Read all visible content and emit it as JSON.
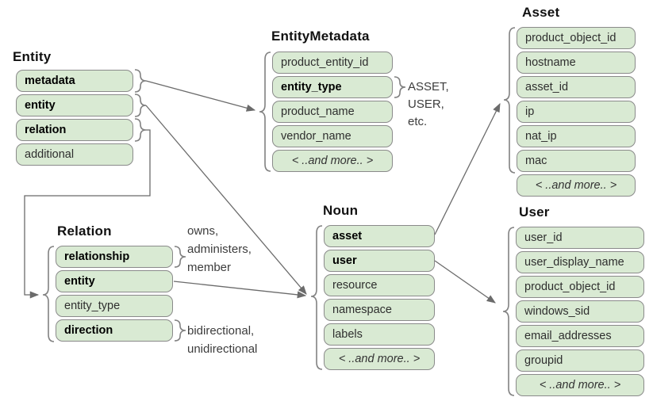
{
  "diagram": {
    "tables": [
      {
        "id": "entity",
        "title": "Entity",
        "fields": [
          {
            "label": "metadata",
            "bold": true
          },
          {
            "label": "entity",
            "bold": true
          },
          {
            "label": "relation",
            "bold": true
          },
          {
            "label": "additional"
          }
        ]
      },
      {
        "id": "entitymetadata",
        "title": "EntityMetadata",
        "fields": [
          {
            "label": "product_entity_id"
          },
          {
            "label": "entity_type",
            "bold": true
          },
          {
            "label": "product_name"
          },
          {
            "label": "vendor_name"
          },
          {
            "label": "< ..and more.. >",
            "italic": true
          }
        ]
      },
      {
        "id": "asset",
        "title": "Asset",
        "fields": [
          {
            "label": "product_object_id"
          },
          {
            "label": "hostname"
          },
          {
            "label": "asset_id"
          },
          {
            "label": "ip"
          },
          {
            "label": "nat_ip"
          },
          {
            "label": "mac"
          },
          {
            "label": "< ..and more.. >",
            "italic": true
          }
        ]
      },
      {
        "id": "relation",
        "title": "Relation",
        "fields": [
          {
            "label": "relationship",
            "bold": true
          },
          {
            "label": "entity",
            "bold": true
          },
          {
            "label": "entity_type"
          },
          {
            "label": "direction",
            "bold": true
          }
        ]
      },
      {
        "id": "noun",
        "title": "Noun",
        "fields": [
          {
            "label": "asset",
            "bold": true
          },
          {
            "label": "user",
            "bold": true
          },
          {
            "label": "resource"
          },
          {
            "label": "namespace"
          },
          {
            "label": "labels"
          },
          {
            "label": "< ..and more.. >",
            "italic": true
          }
        ]
      },
      {
        "id": "user",
        "title": "User",
        "fields": [
          {
            "label": "user_id"
          },
          {
            "label": "user_display_name"
          },
          {
            "label": "product_object_id"
          },
          {
            "label": "windows_sid"
          },
          {
            "label": "email_addresses"
          },
          {
            "label": "groupid"
          },
          {
            "label": "< ..and more.. >",
            "italic": true
          }
        ]
      }
    ],
    "annotations": [
      {
        "id": "entity-type-values",
        "text": "ASSET,\nUSER,\netc."
      },
      {
        "id": "relationship-values",
        "text": "owns,\nadministers,\nmember"
      },
      {
        "id": "direction-values",
        "text": "bidirectional,\nunidirectional"
      }
    ],
    "colors": {
      "field_fill": "#d9ead3",
      "field_border": "#8a8a8a",
      "connector": "#6b6b6b"
    }
  }
}
